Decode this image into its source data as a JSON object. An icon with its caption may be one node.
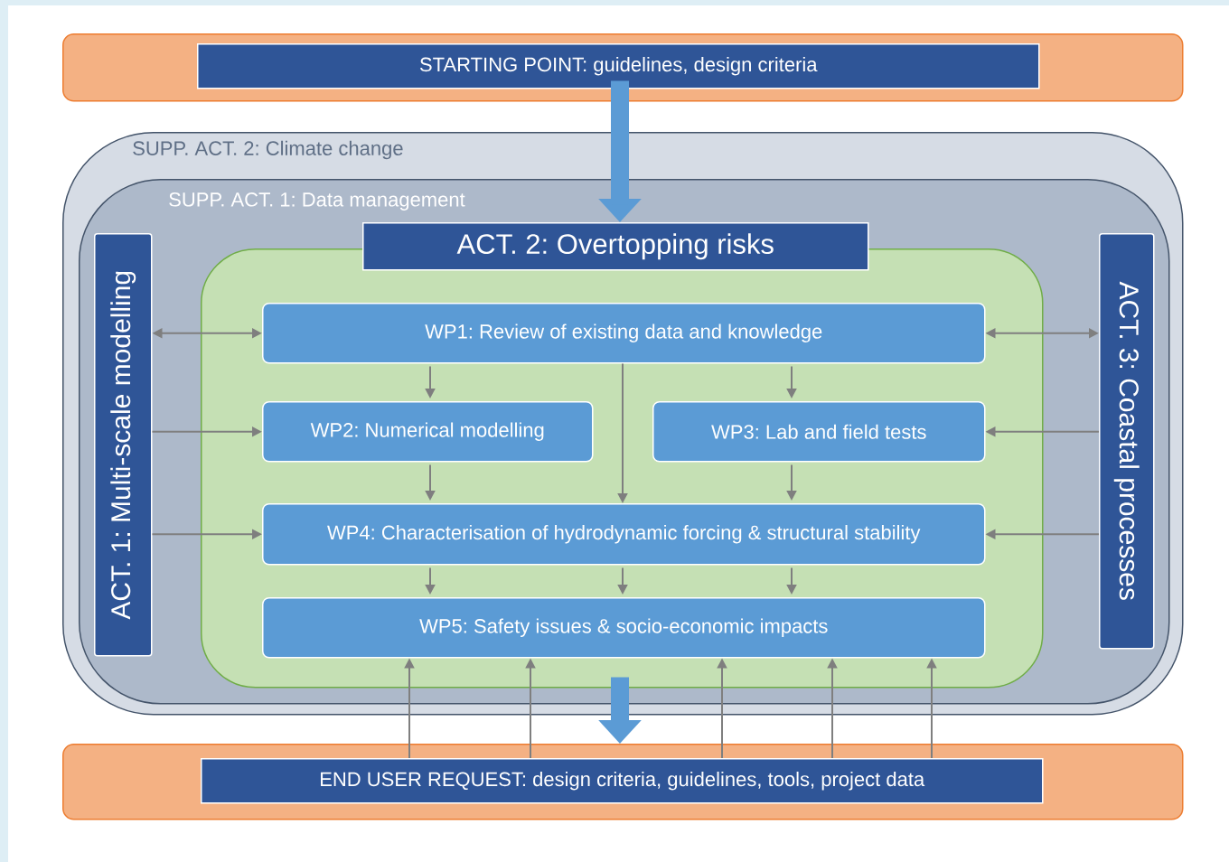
{
  "diagram": {
    "nodes": [
      {
        "text": [],
        "shape": "box"
      },
      {
        "text": [
          "STARTING POINT: guidelines, design criteria"
        ],
        "in": 0
      },
      {
        "text": [
          "SUPP. ACT. 2: Climate change"
        ]
      },
      {
        "text": [
          "SUPP. ACT. 1: Data management"
        ],
        "in": 2
      },
      {
        "text": [
          "ACT. 1: Multi-scale modelling"
        ],
        "in": 3
      },
      {
        "text": [],
        "shape": "box",
        "in": 3
      },
      {
        "text": [
          "ACT. 2: Overtopping risks"
        ],
        "in": 3
      },
      {
        "text": [
          "ACT. 3: Coastal processes"
        ],
        "in": 3
      },
      {
        "text": [
          "WP1: Review of existing data and knowledge"
        ],
        "in": 5
      },
      {
        "text": [
          "WP2: Numerical modelling"
        ],
        "in": 5
      },
      {
        "text": [
          "WP3: Lab and field tests"
        ],
        "in": 5
      },
      {
        "text": [
          "WP4: Characterisation of hydrodynamic forcing & structural stability"
        ],
        "in": 5
      },
      {
        "text": [
          "WP5: Safety issues & socio-economic impacts"
        ],
        "in": 5
      },
      {
        "text": [],
        "shape": "box"
      },
      {
        "text": [
          "END USER REQUEST: design criteria, guidelines, tools, project data"
        ],
        "in": 13
      }
    ],
    "edges": [
      {
        "from": 1,
        "to": 6,
        "arrow": "to",
        "style": "thick",
        "color": "#5b9bd5"
      },
      {
        "from": 4,
        "to": 8,
        "arrow": "both"
      },
      {
        "from": 4,
        "to": 9,
        "arrow": "to"
      },
      {
        "from": 4,
        "to": 11,
        "arrow": "to"
      },
      {
        "from": 7,
        "to": 8,
        "arrow": "both"
      },
      {
        "from": 7,
        "to": 10,
        "arrow": "to"
      },
      {
        "from": 7,
        "to": 11,
        "arrow": "to"
      },
      {
        "from": 8,
        "to": 9,
        "arrow": "to"
      },
      {
        "from": 8,
        "to": 11,
        "arrow": "to"
      },
      {
        "from": 8,
        "to": 10,
        "arrow": "to"
      },
      {
        "from": 9,
        "to": 11,
        "arrow": "to"
      },
      {
        "from": 10,
        "to": 11,
        "arrow": "to"
      },
      {
        "from": 11,
        "to": 12,
        "arrow": "to"
      },
      {
        "from": 11,
        "to": 12,
        "arrow": "to"
      },
      {
        "from": 11,
        "to": 12,
        "arrow": "to"
      },
      {
        "from": 5,
        "to": 13,
        "arrow": "to",
        "style": "thick",
        "color": "#5b9bd5"
      },
      {
        "from": 14,
        "to": 12,
        "arrow": "to"
      },
      {
        "from": 14,
        "to": 12,
        "arrow": "to"
      },
      {
        "from": 14,
        "to": 12,
        "arrow": "to"
      },
      {
        "from": 14,
        "to": 12,
        "arrow": "to"
      },
      {
        "from": 14,
        "to": 12,
        "arrow": "to"
      }
    ]
  }
}
